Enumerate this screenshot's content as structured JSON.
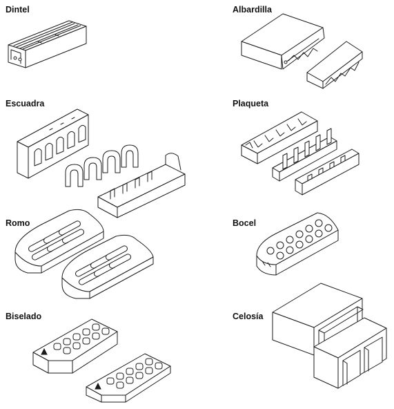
{
  "items": [
    {
      "label": "Dintel"
    },
    {
      "label": "Albardilla"
    },
    {
      "label": "Escuadra"
    },
    {
      "label": "Plaqueta"
    },
    {
      "label": "Romo"
    },
    {
      "label": "Bocel"
    },
    {
      "label": "Biselado"
    },
    {
      "label": "Celosía"
    }
  ]
}
